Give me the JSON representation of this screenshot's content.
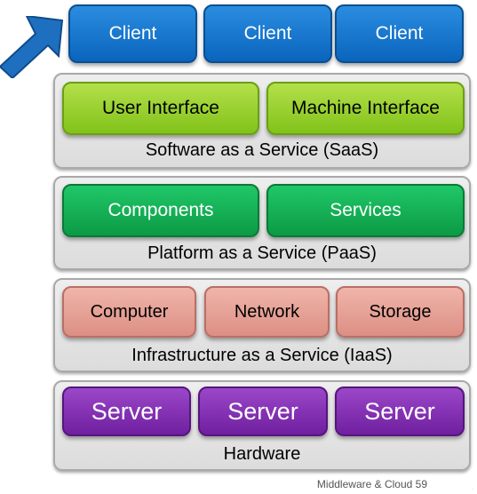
{
  "clients": [
    "Client",
    "Client",
    "Client"
  ],
  "saas": {
    "label": "Software as a Service (SaaS)",
    "boxes": [
      "User Interface",
      "Machine Interface"
    ]
  },
  "paas": {
    "label": "Platform as a Service (PaaS)",
    "boxes": [
      "Components",
      "Services"
    ]
  },
  "iaas": {
    "label": "Infrastructure as a Service (IaaS)",
    "boxes": [
      "Computer",
      "Network",
      "Storage"
    ]
  },
  "hardware": {
    "label": "Hardware",
    "boxes": [
      "Server",
      "Server",
      "Server"
    ]
  },
  "footer": "Middleware & Cloud 59",
  "colors": {
    "client": "#0a64bd",
    "saas": "#82c21a",
    "paas": "#0c9a45",
    "iaas": "#dc8f84",
    "hardware": "#6f1f9f",
    "layer": "#dcdcdc",
    "arrow": "#1f6fc0"
  },
  "icons": {
    "arrow": "arrow-pointing-to-clients"
  }
}
